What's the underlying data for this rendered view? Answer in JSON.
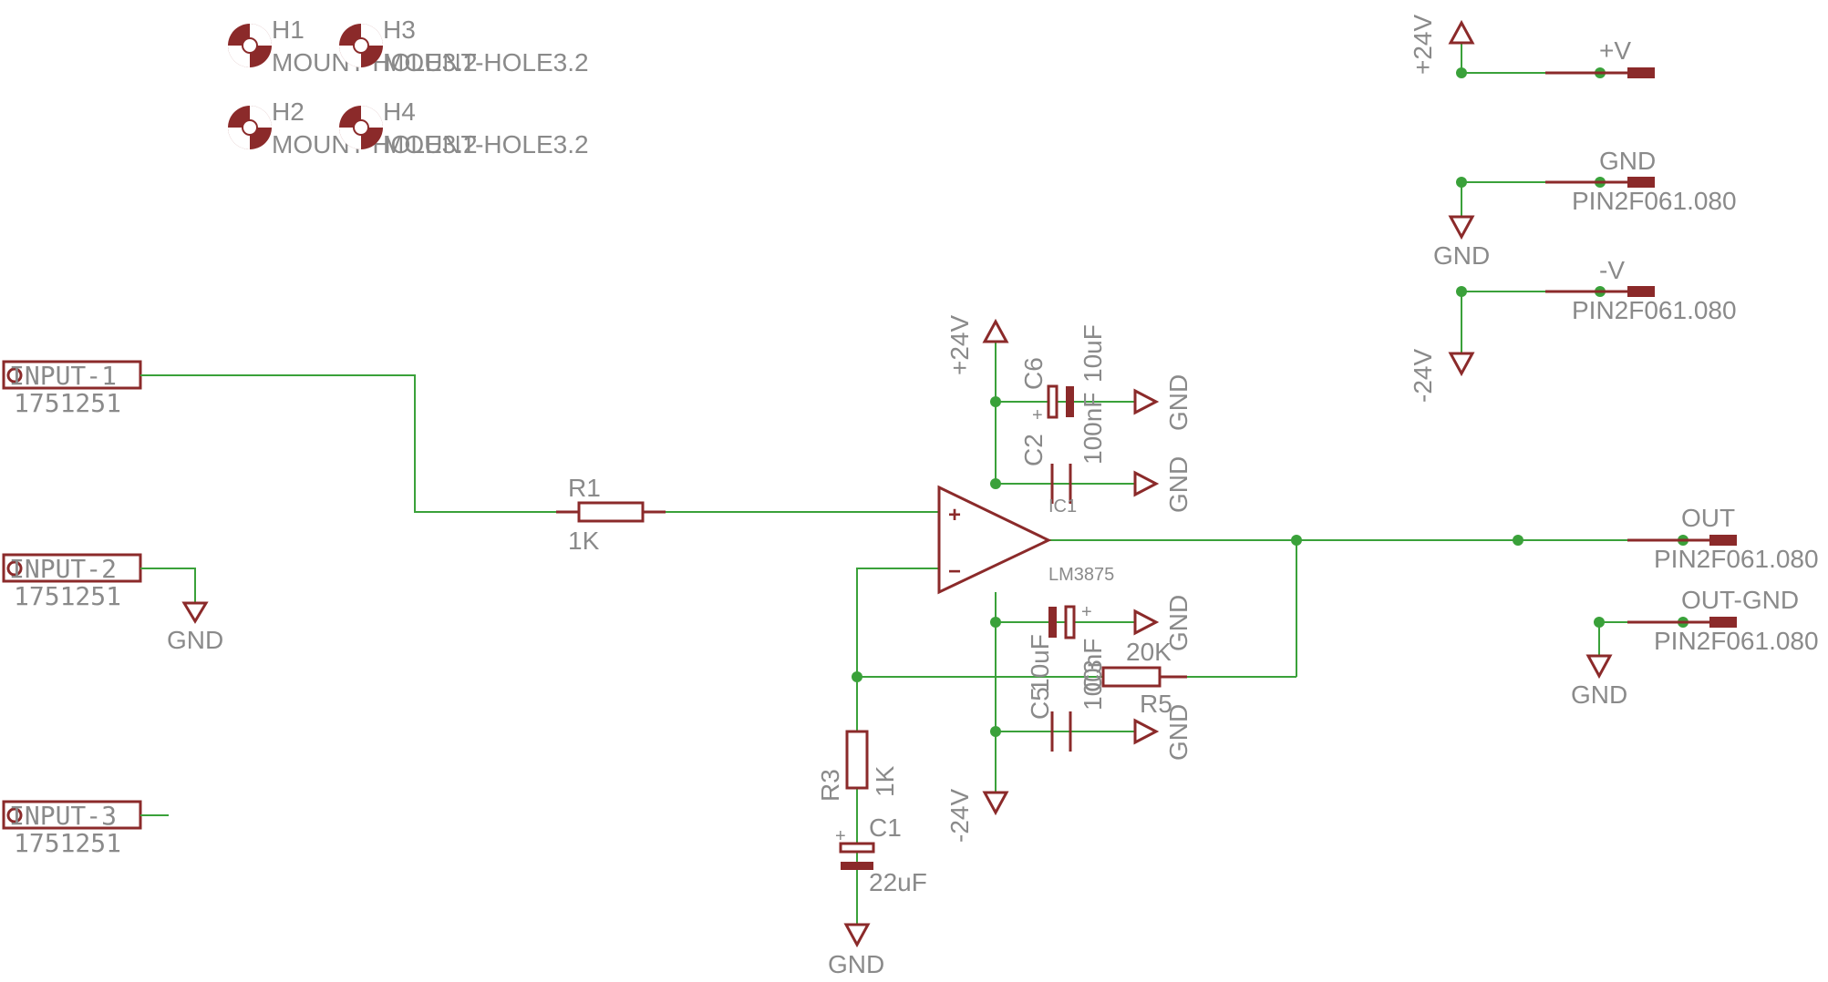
{
  "mount_holes": [
    {
      "name": "H1",
      "value": "MOUNT-HOLE3.2"
    },
    {
      "name": "H3",
      "value": "MOUNT-HOLE3.2"
    },
    {
      "name": "H2",
      "value": "MOUNT-HOLE3.2"
    },
    {
      "name": "H4",
      "value": "MOUNT-HOLE3.2"
    }
  ],
  "inputs": [
    {
      "name": "INPUT-1",
      "part": "1751251"
    },
    {
      "name": "INPUT-2",
      "part": "1751251"
    },
    {
      "name": "INPUT-3",
      "part": "1751251"
    }
  ],
  "power_labels": {
    "pos": "+24V",
    "neg": "-24V",
    "gnd": "GND"
  },
  "resistors": {
    "r1": {
      "name": "R1",
      "value": "1K"
    },
    "r3": {
      "name": "R3",
      "value": "1K"
    },
    "r5": {
      "name": "R5",
      "value": "20K"
    }
  },
  "capacitors": {
    "c1": {
      "name": "C1",
      "value": "22uF"
    },
    "c2": {
      "name": "C2",
      "value": "100nF"
    },
    "c3": {
      "name": "C3",
      "value": "100nF"
    },
    "c5": {
      "name": "C5",
      "value": "10uF"
    },
    "c6": {
      "name": "C6",
      "value": "10uF"
    }
  },
  "opamp": {
    "name": "IC1",
    "value": "LM3875",
    "plus": "+",
    "minus": "−"
  },
  "polarity_mark": "+",
  "connectors": {
    "pos_v": {
      "name": "+V"
    },
    "gnd": {
      "name": "GND",
      "part": "PIN2F061.080"
    },
    "neg_v": {
      "name": "-V",
      "part": "PIN2F061.080"
    },
    "out": {
      "name": "OUT",
      "part": "PIN2F061.080"
    },
    "out_gnd": {
      "name": "OUT-GND",
      "part": "PIN2F061.080"
    }
  }
}
